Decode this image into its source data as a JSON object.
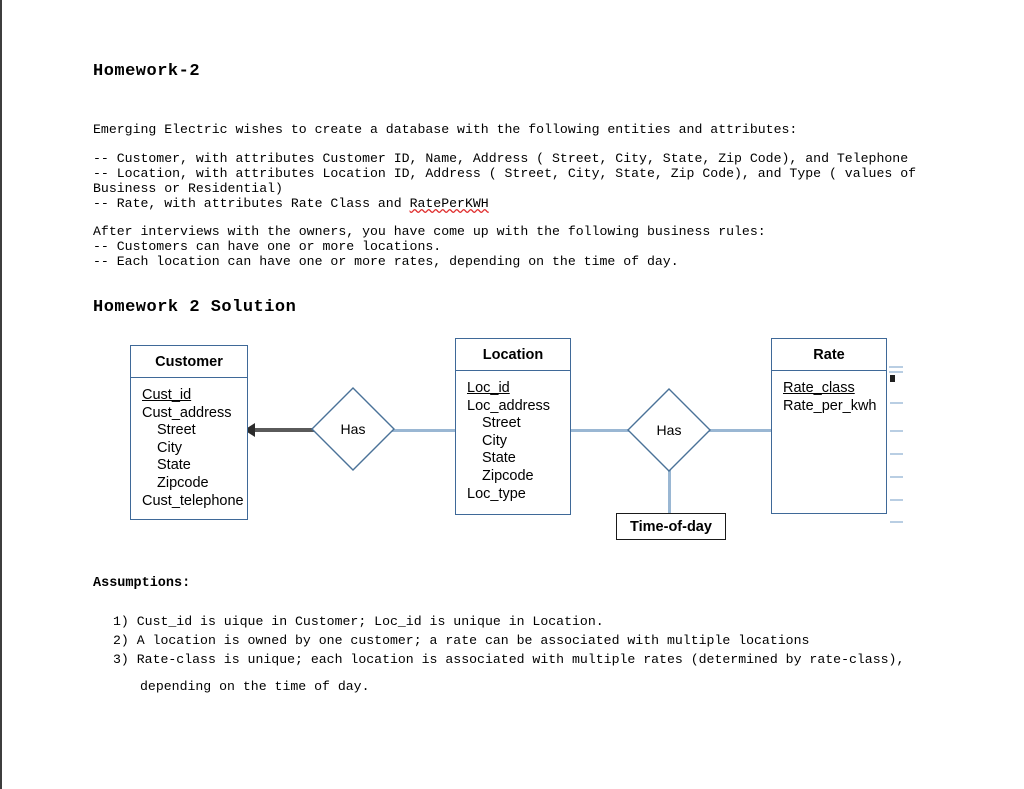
{
  "document": {
    "title": "Homework-2",
    "intro": "Emerging Electric wishes to create a database with the following entities and attributes:",
    "entities_text": "-- Customer, with attributes Customer ID, Name, Address ( Street, City, State, Zip Code), and Telephone\n-- Location, with attributes Location ID, Address ( Street, City, State, Zip Code), and Type ( values of Business or Residential)\n-- Rate, with attributes Rate Class and ",
    "entities_text_misspelled": "RatePerKWH",
    "rules_text": "After interviews with the owners, you have come up with the following business rules:\n-- Customers can have one or more locations.\n-- Each location can have one or more rates, depending on the time of day.",
    "solution_title": "Homework 2 Solution",
    "assumptions_title": "Assumptions:",
    "assumptions": [
      "1) Cust_id is uique in Customer; Loc_id is unique in Location.",
      "2) A location is owned by one customer; a rate can be associated with multiple locations",
      "3) Rate-class is unique; each location is associated with multiple rates (determined by rate-class),"
    ],
    "assumption_continuation": "depending on the time of day."
  },
  "diagram": {
    "colors": {
      "entity_border": "#3f6998",
      "connector": "#9ab7d3",
      "dark_connector": "#5a5a5a",
      "plainbox_border": "#1a1a1a"
    },
    "entities": [
      {
        "name": "Customer",
        "attributes": [
          {
            "label": "Cust_id",
            "key": true,
            "sub": false
          },
          {
            "label": "Cust_address",
            "key": false,
            "sub": false
          },
          {
            "label": "Street",
            "key": false,
            "sub": true
          },
          {
            "label": "City",
            "key": false,
            "sub": true
          },
          {
            "label": "State",
            "key": false,
            "sub": true
          },
          {
            "label": "Zipcode",
            "key": false,
            "sub": true
          },
          {
            "label": "Cust_telephone",
            "key": false,
            "sub": false
          }
        ]
      },
      {
        "name": "Location",
        "attributes": [
          {
            "label": "Loc_id",
            "key": true,
            "sub": false
          },
          {
            "label": "Loc_address",
            "key": false,
            "sub": false
          },
          {
            "label": "Street",
            "key": false,
            "sub": true
          },
          {
            "label": "City",
            "key": false,
            "sub": true
          },
          {
            "label": "State",
            "key": false,
            "sub": true
          },
          {
            "label": "Zipcode",
            "key": false,
            "sub": true
          },
          {
            "label": "Loc_type",
            "key": false,
            "sub": false
          }
        ]
      },
      {
        "name": "Rate",
        "attributes": [
          {
            "label": "Rate_class",
            "key": true,
            "sub": false
          },
          {
            "label": "Rate_per_kwh",
            "key": false,
            "sub": false
          }
        ]
      }
    ],
    "relationships": [
      {
        "label": "Has"
      },
      {
        "label": "Has"
      }
    ],
    "plain_boxes": [
      {
        "label": "Time-of-day"
      }
    ]
  }
}
